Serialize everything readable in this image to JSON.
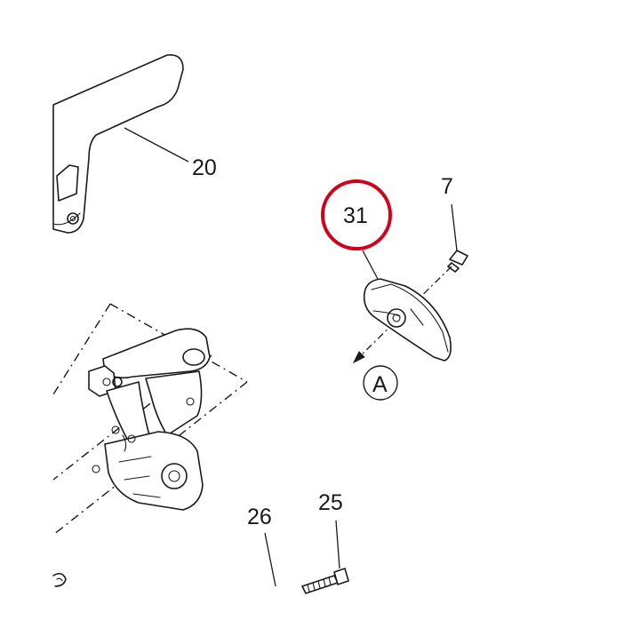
{
  "callouts": {
    "c20": "20",
    "c7": "7",
    "c31": "31",
    "cA": "A",
    "c26": "26",
    "c25": "25"
  },
  "highlight": {
    "target": "31",
    "color": "#d0021b"
  }
}
